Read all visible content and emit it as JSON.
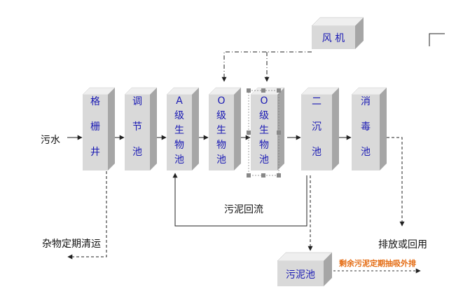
{
  "blower": {
    "label": "风 机"
  },
  "inlet": {
    "label": "污水"
  },
  "units": [
    {
      "id": "grid-well",
      "chars": [
        "格",
        "栅",
        "井"
      ]
    },
    {
      "id": "equalization-tank",
      "chars": [
        "调",
        "节",
        "池"
      ]
    },
    {
      "id": "anoxic-tank",
      "chars": [
        "A",
        "级",
        "生",
        "物",
        "池"
      ]
    },
    {
      "id": "aerobic-tank-1",
      "chars": [
        "O",
        "级",
        "生",
        "物",
        "池"
      ]
    },
    {
      "id": "aerobic-tank-2",
      "chars": [
        "O",
        "级",
        "生",
        "物",
        "池"
      ]
    },
    {
      "id": "secondary-clarifier",
      "chars": [
        "二",
        "沉",
        "池"
      ]
    },
    {
      "id": "disinfection-tank",
      "chars": [
        "消",
        "毒",
        "池"
      ]
    }
  ],
  "sludge_return": {
    "label": "污泥回流"
  },
  "debris": {
    "label": "杂物定期清运"
  },
  "discharge": {
    "label": "排放或回用"
  },
  "sludge_tank": {
    "label": "污泥池"
  },
  "excess_sludge": {
    "label": "剩余污泥定期抽吸外排"
  },
  "colors": {
    "box_front": "#d9d9d9",
    "box_side": "#a6a6a6",
    "box_top": "#efefef",
    "label_blue": "#1a1ab4",
    "orange": "#e46a10"
  }
}
